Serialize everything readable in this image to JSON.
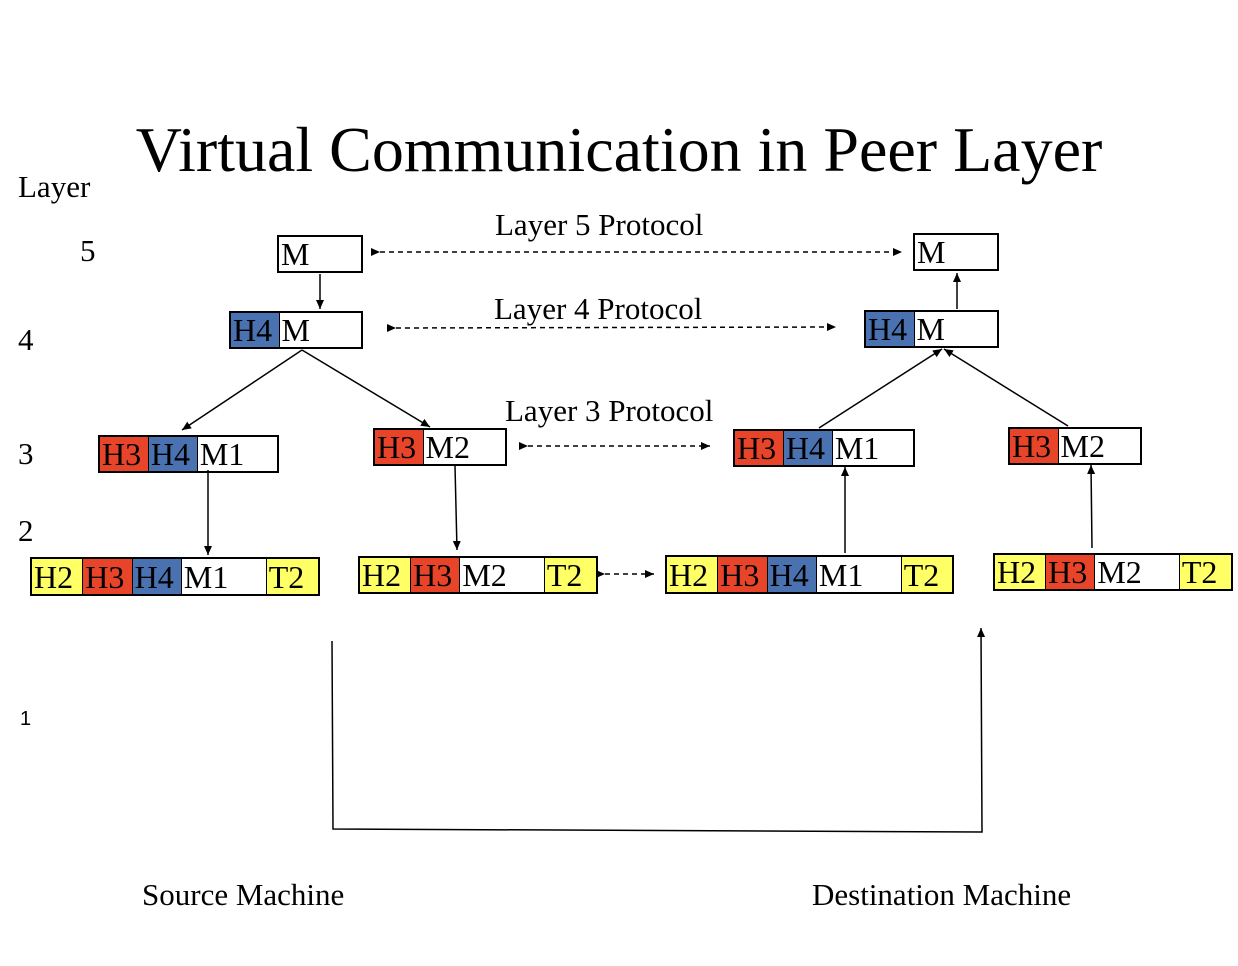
{
  "title": "Virtual Communication in Peer Layer",
  "layer_axis_label": "Layer",
  "layer_numbers": {
    "l5": "5",
    "l4": "4",
    "l3": "3",
    "l2": "2",
    "l1": "1"
  },
  "protocols": {
    "p5": "Layer 5 Protocol",
    "p4": "Layer 4 Protocol",
    "p3": "Layer 3 Protocol"
  },
  "machines": {
    "source": "Source Machine",
    "destination": "Destination Machine"
  },
  "colors": {
    "h2_t2": "#ffff66",
    "h3": "#e8442a",
    "h4": "#4a72b0",
    "message": "#ffffff"
  },
  "packets": {
    "src_l5": [
      "M"
    ],
    "src_l4": [
      "H4",
      "M"
    ],
    "src_l3a": [
      "H3",
      "H4",
      "M1"
    ],
    "src_l3b": [
      "H3",
      "M2"
    ],
    "src_l2a": [
      "H2",
      "H3",
      "H4",
      "M1",
      "T2"
    ],
    "src_l2b": [
      "H2",
      "H3",
      "M2",
      "T2"
    ],
    "dst_l5": [
      "M"
    ],
    "dst_l4": [
      "H4",
      "M"
    ],
    "dst_l3a": [
      "H3",
      "H4",
      "M1"
    ],
    "dst_l3b": [
      "H3",
      "M2"
    ],
    "dst_l2a": [
      "H2",
      "H3",
      "H4",
      "M1",
      "T2"
    ],
    "dst_l2b": [
      "H2",
      "H3",
      "M2",
      "T2"
    ]
  }
}
